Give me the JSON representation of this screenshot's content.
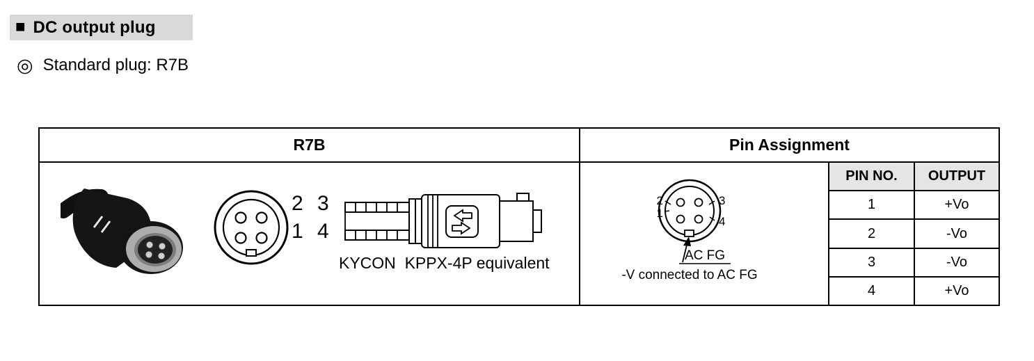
{
  "icons": {
    "section_marker": "■",
    "bullet": "◎"
  },
  "header": {
    "section_title": "DC output plug",
    "subtitle": "Standard plug: R7B"
  },
  "table": {
    "r7b_header": "R7B",
    "pin_assignment_header": "Pin Assignment",
    "r7b_cell": {
      "pins_top_label": "2 3",
      "pins_bottom_label": "1 4",
      "equivalent_note": "KYCON  KPPX-4P equivalent"
    },
    "pin_diagram": {
      "pin_2": "2",
      "pin_1": "1",
      "pin_3": "3",
      "pin_4": "4",
      "ac_fg_label": "AC FG",
      "note": "-V connected to AC FG"
    },
    "pin_table": {
      "col_pin": "PIN NO.",
      "col_output": "OUTPUT",
      "rows": [
        {
          "pin": "1",
          "output": "+Vo"
        },
        {
          "pin": "2",
          "output": "-Vo"
        },
        {
          "pin": "3",
          "output": "-Vo"
        },
        {
          "pin": "4",
          "output": "+Vo"
        }
      ]
    }
  }
}
